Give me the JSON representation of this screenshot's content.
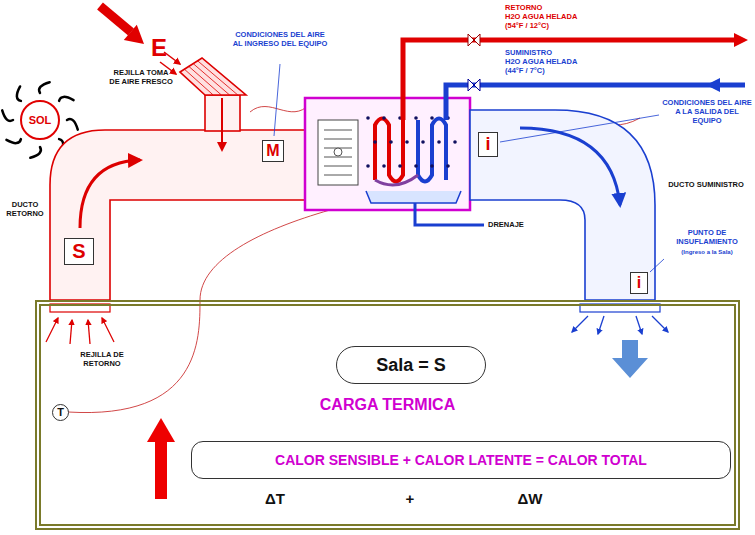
{
  "diagram": {
    "nodes": [
      {
        "text": [
          "SOL"
        ]
      },
      {
        "text": [
          "CARGA TERMICA"
        ]
      },
      {
        "text": [
          "Sala = S"
        ],
        "in": 1
      },
      {
        "text": [
          "CALOR SENSIBLE + CALOR LATENTE = CALOR TOTAL"
        ],
        "in": 1
      }
    ],
    "labels": [
      "E",
      "REJILLA TOMA DE AIRE FRESCO",
      "CONDICIONES DEL AIRE AL INGRESO DEL EQUIPO",
      "M",
      "RETORNO",
      "H2O AGUA HELADA",
      "(54°F / 12°C)",
      "SUMINISTRO",
      "H2O AGUA HELADA",
      "(44°F / 7°C)",
      "CONDICIONES DEL AIRE A LA SALIDA DEL EQUIPO",
      "i",
      "DUCTO RETORNO",
      "S",
      "DUCTO SUMINISTRO",
      "DRENAJE",
      "PUNTO DE INSUFLAMIENTO",
      "(Ingreso a la Sala)",
      "i",
      "REJILLA DE RETORNO",
      "T",
      "ΔT",
      "+",
      "ΔW"
    ]
  }
}
